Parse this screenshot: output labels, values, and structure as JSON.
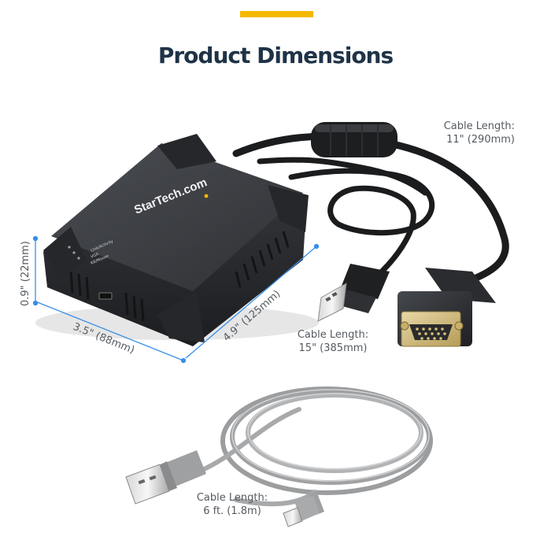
{
  "header": {
    "title": "Product Dimensions",
    "accent_color": "#f5b800"
  },
  "device": {
    "brand": "StarTech.com",
    "brand_dot_color": "#f5b800",
    "led_labels": [
      "Link/Activity",
      "VGA",
      "KB/Mouse"
    ]
  },
  "dimensions": {
    "height": "0.9\" (22mm)",
    "width": "3.5\" (88mm)",
    "length": "4.9\" (125mm)",
    "line_color": "#3a8ee6"
  },
  "cables": [
    {
      "label": "Cable Length:",
      "value": "11\" (290mm)"
    },
    {
      "label": "Cable Length:",
      "value": "15\" (385mm)"
    },
    {
      "label": "Cable Length:",
      "value": "6 ft. (1.8m)"
    }
  ]
}
